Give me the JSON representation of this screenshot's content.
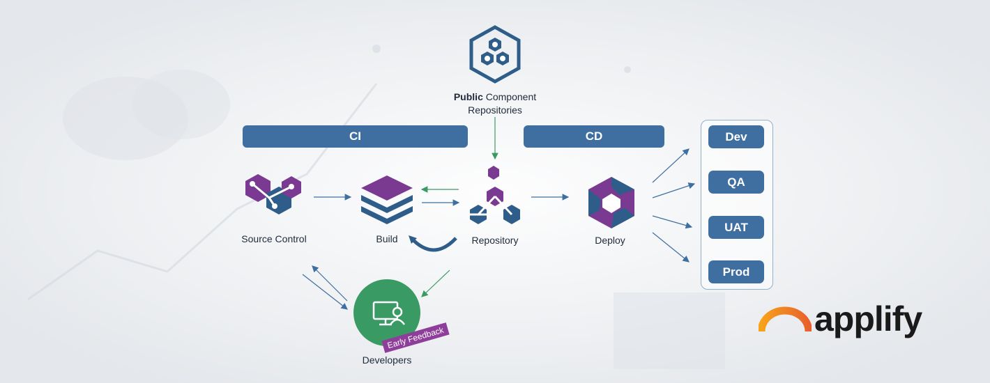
{
  "top_node": {
    "label_bold": "Public",
    "label_rest": " Component",
    "label_line2": "Repositories"
  },
  "bars": {
    "ci": "CI",
    "cd": "CD"
  },
  "nodes": {
    "source_control": "Source Control",
    "build": "Build",
    "repository": "Repository",
    "deploy": "Deploy",
    "developers": "Developers"
  },
  "badge": {
    "early_feedback": "Early Feedback"
  },
  "environments": [
    "Dev",
    "QA",
    "UAT",
    "Prod"
  ],
  "logo": {
    "text": "applify"
  },
  "colors": {
    "bar": "#3f6fa0",
    "purple": "#7b3a92",
    "navy": "#2f5d8a",
    "green": "#3a9a64"
  }
}
